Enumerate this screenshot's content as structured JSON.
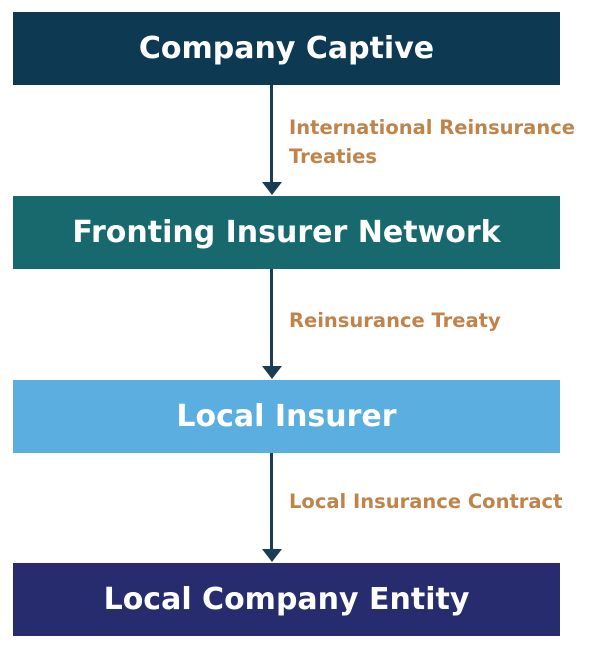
{
  "nodes": [
    {
      "label": "Company Captive",
      "color": "#0d3a52"
    },
    {
      "label": "Fronting Insurer Network",
      "color": "#18696e"
    },
    {
      "label": "Local Insurer",
      "color": "#5aaee0"
    },
    {
      "label": "Local Company Entity",
      "color": "#262c6e"
    }
  ],
  "edges": [
    {
      "lines": [
        "International Reinsurance",
        "Treaties"
      ]
    },
    {
      "lines": [
        "Reinsurance Treaty"
      ]
    },
    {
      "lines": [
        "Local Insurance Contract"
      ]
    }
  ],
  "colors": {
    "arrow": "#1a3d57",
    "edge_label": "#c0844a"
  }
}
